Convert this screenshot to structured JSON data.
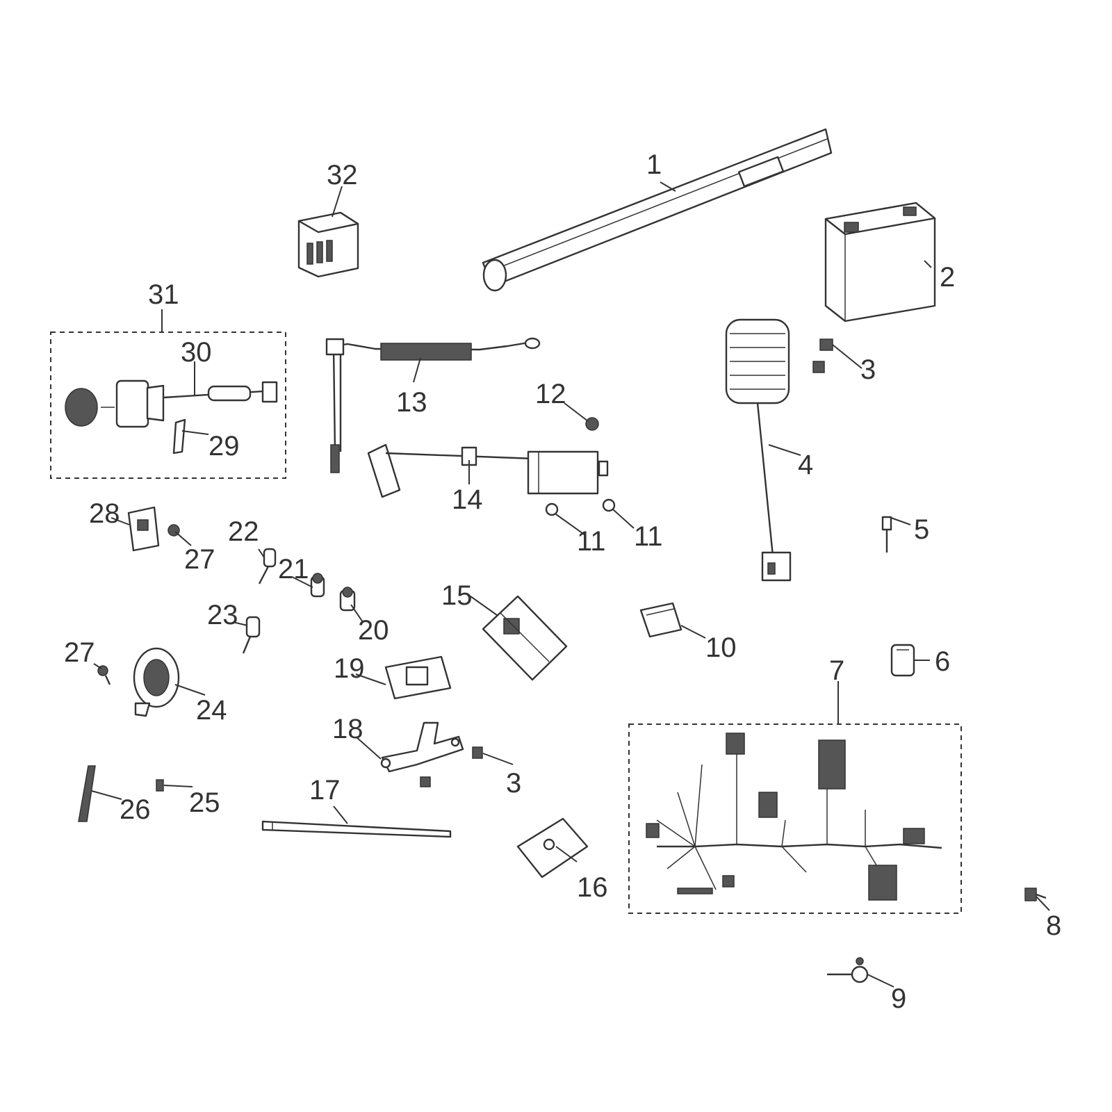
{
  "callouts": {
    "c1": "1",
    "c2": "2",
    "c3a": "3",
    "c3b": "3",
    "c4": "4",
    "c5": "5",
    "c6": "6",
    "c7": "7",
    "c8": "8",
    "c9": "9",
    "c10": "10",
    "c11a": "11",
    "c11b": "11",
    "c12": "12",
    "c13": "13",
    "c14": "14",
    "c15": "15",
    "c16": "16",
    "c17": "17",
    "c18": "18",
    "c19": "19",
    "c20": "20",
    "c21": "21",
    "c22": "22",
    "c23": "23",
    "c24": "24",
    "c25": "25",
    "c26": "26",
    "c27a": "27",
    "c27b": "27",
    "c28": "28",
    "c29": "29",
    "c30": "30",
    "c31": "31",
    "c32": "32"
  },
  "colors": {
    "line": "#333333",
    "background": "#ffffff"
  }
}
